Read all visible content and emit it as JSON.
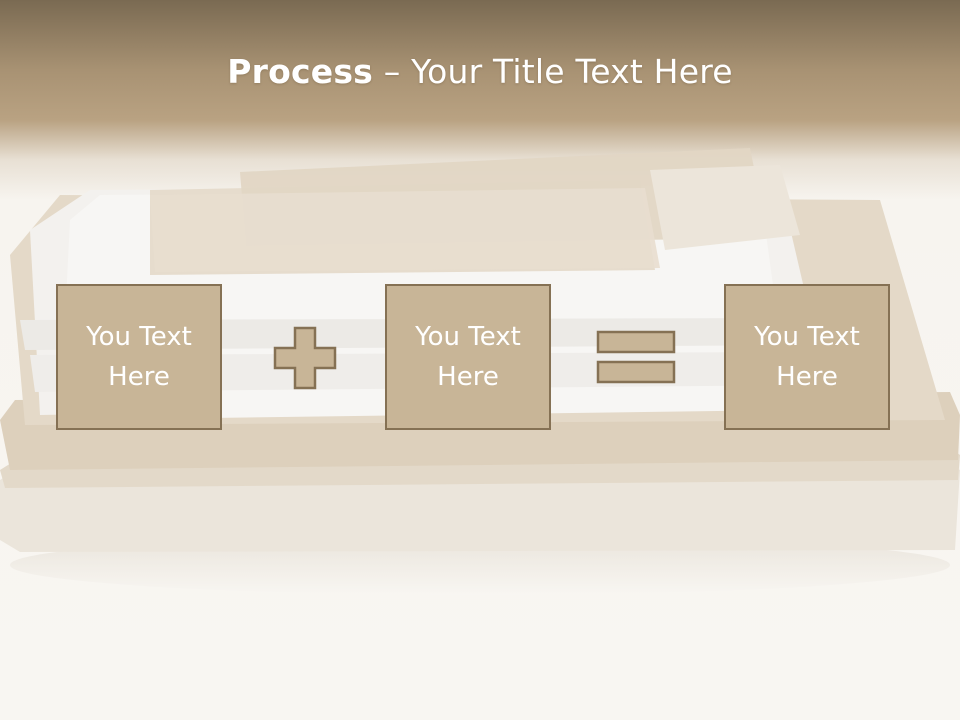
{
  "title": {
    "bold": "Process",
    "rest": " – Your Title Text Here"
  },
  "boxes": [
    {
      "text": "You Text\nHere"
    },
    {
      "text": "You Text\nHere"
    },
    {
      "text": "You Text\nHere"
    }
  ],
  "operators": [
    "plus-icon",
    "equals-icon"
  ],
  "colors": {
    "box_fill": "#c8b597",
    "box_border": "#857154",
    "header_top": "#7a6a52",
    "background": "#f8f6f2"
  }
}
